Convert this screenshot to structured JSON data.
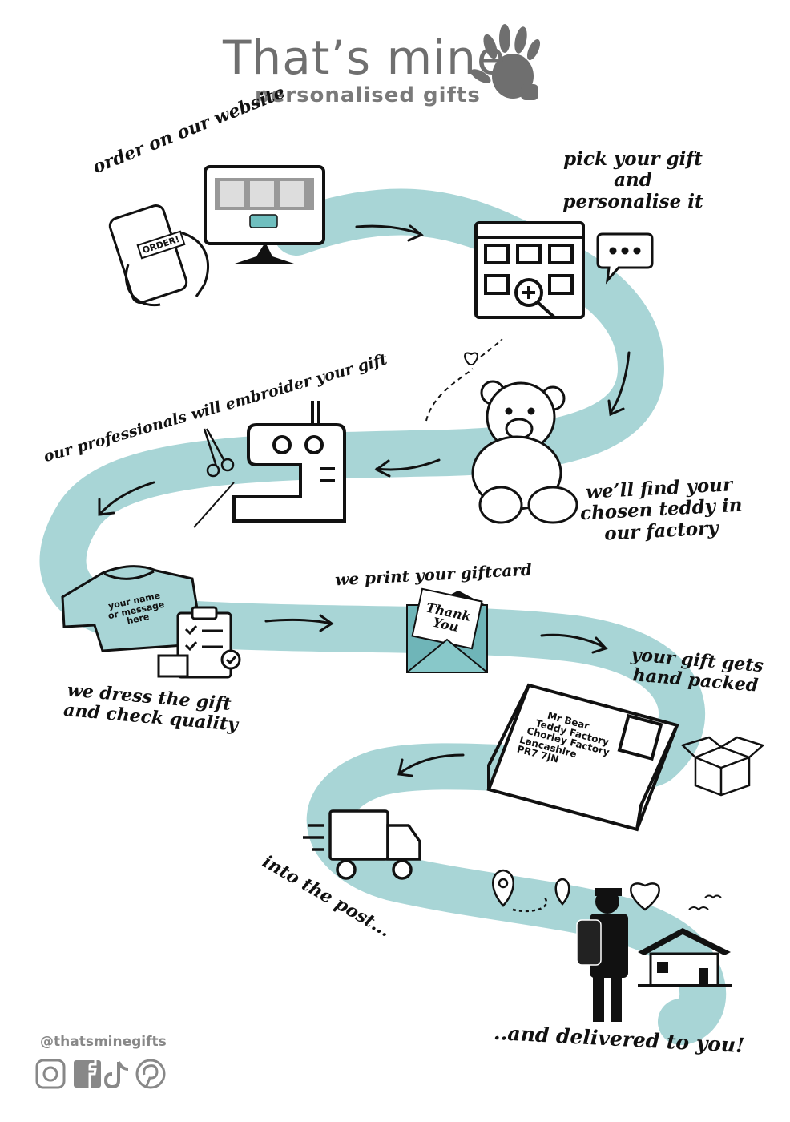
{
  "brand": {
    "title": "That’s mine",
    "subtitle": "personalised gifts",
    "logo_icon": "handprint-icon",
    "brand_color": "#6f6f6f"
  },
  "path_color": "#a8d5d6",
  "steps": [
    {
      "text": "order on our website",
      "icon": "monitor-icon"
    },
    {
      "lines": [
        "pick your gift",
        "and",
        "personalise it"
      ],
      "icon": "grid-search-icon"
    },
    {
      "lines": [
        "we’ll find your",
        "chosen teddy in",
        "our factory"
      ],
      "icon": "teddy-bear-icon"
    },
    {
      "text": "our professionals will embroider your gift",
      "icon": "sewing-machine-icon"
    },
    {
      "lines": [
        "we dress the gift",
        "and check quality"
      ],
      "icon": "sweater-icon"
    },
    {
      "text": "we print your giftcard",
      "icon": "envelope-icon"
    },
    {
      "lines": [
        "your gift gets",
        "hand packed"
      ],
      "icon": "box-icon"
    },
    {
      "text": "into the post...",
      "icon": "truck-icon"
    },
    {
      "text": "..and delivered to you!",
      "icon": "house-icon"
    }
  ],
  "phone_button": "ORDER!",
  "sweater_lines": [
    "your name",
    "or message",
    "here"
  ],
  "card_lines": [
    "Thank",
    "You"
  ],
  "address_lines": [
    "Mr Bear",
    "Teddy Factory",
    "Chorley Factory",
    "Lancashire",
    "PR7 7JN"
  ],
  "social": {
    "handle": "@thatsminegifts",
    "icons": [
      "instagram-icon",
      "facebook-icon",
      "tiktok-icon",
      "pinterest-icon"
    ]
  }
}
